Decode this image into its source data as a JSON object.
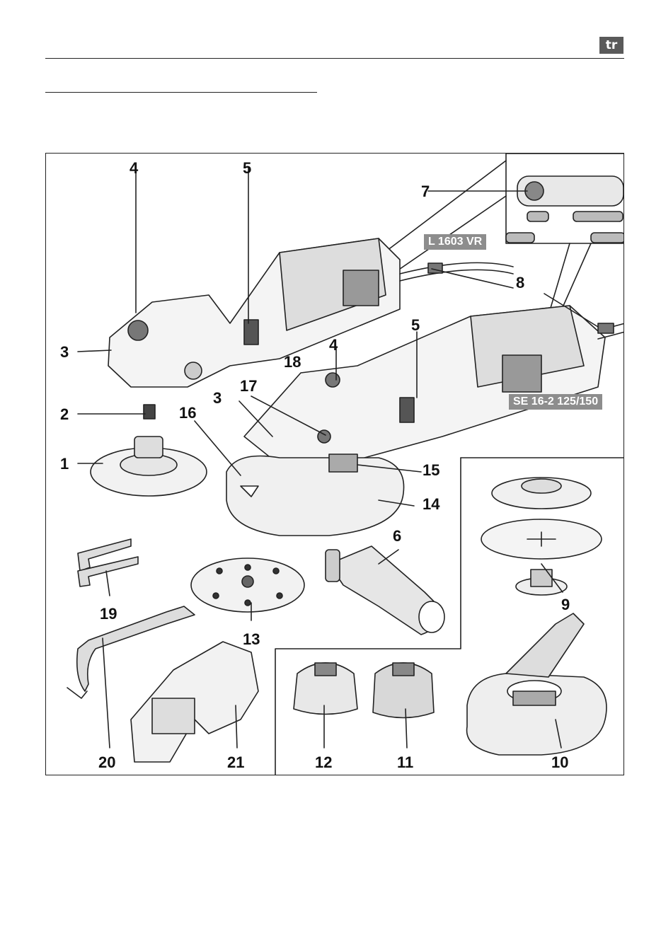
{
  "header": {
    "language_badge": "tr"
  },
  "figure": {
    "model_labels": [
      "L 1603 VR",
      "SE 16-2 125/150"
    ],
    "callouts": [
      "4",
      "5",
      "7",
      "3",
      "2",
      "1",
      "8",
      "5",
      "4",
      "18",
      "17",
      "3",
      "16",
      "15",
      "14",
      "6",
      "9",
      "19",
      "13",
      "20",
      "21",
      "12",
      "11",
      "10"
    ]
  }
}
